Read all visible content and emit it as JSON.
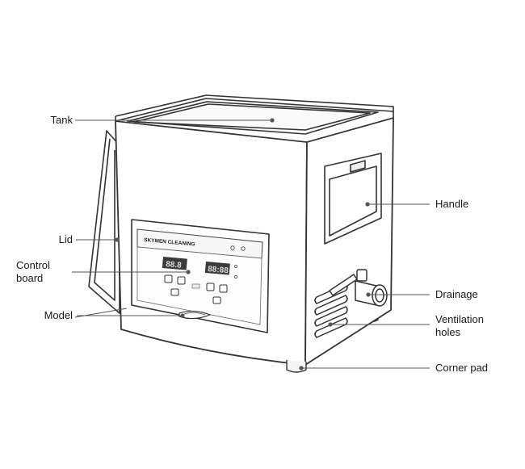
{
  "labels": {
    "tank": "Tank",
    "lid": "Lid",
    "control_board": "Control\nboard",
    "model": "Model",
    "handle": "Handle",
    "drainage": "Drainage",
    "ventilation_holes": "Ventilation\nholes",
    "corner_pad": "Corner pad"
  },
  "panel": {
    "brand": "SKYMEN CLEANING",
    "display_left": "88.8",
    "display_right": "88:88"
  },
  "colors": {
    "stroke": "#333333",
    "line": "#555555",
    "dot": "#555555",
    "panel_dark": "#3a3a3a"
  }
}
